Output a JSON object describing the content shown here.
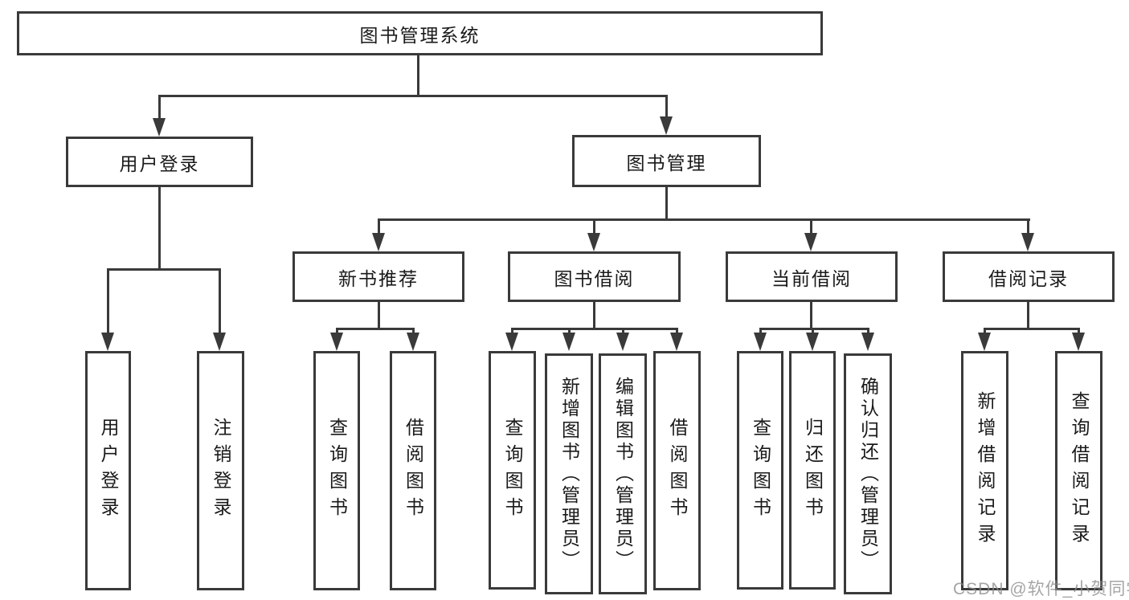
{
  "diagram": {
    "type": "hierarchy-function-structure",
    "watermark": "CSDN @软件_小贺同学",
    "colors": {
      "line": "#3a3a3a",
      "text": "#1a1a1a",
      "background": "#ffffff",
      "watermark": "#8c8c8c"
    },
    "tree": {
      "label": "图书管理系统",
      "children": [
        {
          "label": "用户登录",
          "children": [
            {
              "label": "用户登录"
            },
            {
              "label": "注销登录"
            }
          ]
        },
        {
          "label": "图书管理",
          "children": [
            {
              "label": "新书推荐",
              "children": [
                {
                  "label": "查询图书"
                },
                {
                  "label": "借阅图书"
                }
              ]
            },
            {
              "label": "图书借阅",
              "children": [
                {
                  "label": "查询图书"
                },
                {
                  "label": "新增图书（管理员）"
                },
                {
                  "label": "编辑图书（管理员）"
                },
                {
                  "label": "借阅图书"
                }
              ]
            },
            {
              "label": "当前借阅",
              "children": [
                {
                  "label": "查询图书"
                },
                {
                  "label": "归还图书"
                },
                {
                  "label": "确认归还（管理员）"
                }
              ]
            },
            {
              "label": "借阅记录",
              "children": [
                {
                  "label": "新增借阅记录"
                },
                {
                  "label": "查询借阅记录"
                }
              ]
            }
          ]
        }
      ]
    }
  }
}
